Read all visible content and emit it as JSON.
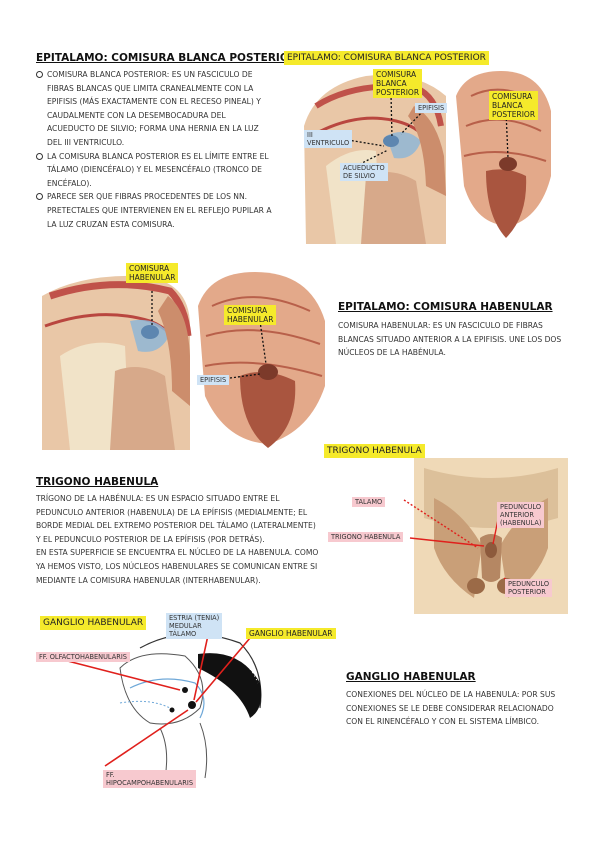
{
  "section1": {
    "heading": "EPITALAMO: COMISURA BLANCA POSTERIOR",
    "bullets": [
      "COMISURA BLANCA POSTERIOR: ES UN FASCICULO DE FIBRAS BLANCAS QUE LIMITA CRANEALMENTE CON LA EPIFISIS (MÁS EXACTAMENTE CON EL RECESO PINEAL) Y CAUDALMENTE CON LA DESEMBOCADURA DEL ACUEDUCTO DE SILVIO; FORMA UNA HERNIA EN LA LUZ DEL III VENTRICULO.",
      "LA COMISURA BLANCA POSTERIOR ES EL LÍMITE ENTRE EL TÁLAMO (DIENCÉFALO) Y EL MESENCÉFALO (TRONCO DE ENCÉFALO).",
      "PARECE SER QUE FIBRAS PROCEDENTES DE LOS NN. PRETECTALES QUE INTERVIENEN EN EL REFLEJO PUPILAR A LA LUZ CRUZAN ESTA COMISURA."
    ]
  },
  "fig1": {
    "title": "EPITALAMO: COMISURA BLANCA POSTERIOR",
    "label_comisura_1": "COMISURA\nBLANCA\nPOSTERIOR",
    "label_epifisis": "EPIFISIS",
    "label_comisura_2": "COMISURA\nBLANCA\nPOSTERIOR",
    "label_iii_ventriculo": "III\nVENTRICULO",
    "label_acueducto": "ACUEDUCTO\nDE SILVIO"
  },
  "fig2": {
    "label_comisura_1": "COMISURA\nHABENULAR",
    "label_comisura_2": "COMISURA\nHABENULAR",
    "label_epifisis": "EPIFISIS"
  },
  "section2": {
    "heading": "EPITALAMO: COMISURA HABENULAR",
    "text": "COMISURA HABENULAR: ES UN FASCICULO DE FIBRAS BLANCAS SITUADO ANTERIOR A LA EPIFISIS. UNE LOS DOS NÚCLEOS DE LA HABÉNULA."
  },
  "fig3": {
    "title": "TRIGONO HABENULA",
    "label_talamo": "TALAMO",
    "label_trigono": "TRIGONO HABENULA",
    "label_ped_anterior": "PEDUNCULO\nANTERIOR\n(HABENULA)",
    "label_ped_posterior": "PEDUNCULO\nPOSTERIOR"
  },
  "section3": {
    "heading": "TRIGONO HABENULA",
    "text": "TRÍGONO DE LA HABÉNULA: ES UN ESPACIO SITUADO ENTRE EL PEDUNCULO ANTERIOR (HABENULA) DE LA EPÍFISIS (MEDIALMENTE; EL BORDE MEDIAL DEL EXTREMO POSTERIOR DEL TÁLAMO (LATERALMENTE) Y EL PEDUNCULO POSTERIOR DE LA EPÍFISIS (POR DETRÁS).\nEN ESTA SUPERFICIE SE ENCUENTRA EL NÚCLEO DE LA HABENULA. COMO YA HEMOS VISTO, LOS NÚCLEOS HABENULARES SE COMUNICAN ENTRE SI MEDIANTE LA COMISURA HABENULAR (INTERHABENULAR)."
  },
  "fig4": {
    "title": "GANGLIO HABENULAR",
    "label_estria": "ESTRIA (TENIA)\nMEDULAR\nTÁLAMO",
    "label_ganglio": "GANGLIO HABENULAR",
    "label_olfacto": "FF. OLFACTOHABENULARIS",
    "label_hipocampo": "FF.\nHIPOCAMPOHABENULARIS"
  },
  "section4": {
    "heading": "GANGLIO HABENULAR",
    "text": "CONEXIONES DEL NÚCLEO DE LA HABENULA: POR SUS CONEXIONES SE LE DEBE CONSIDERAR RELACIONADO CON EL RINENCÉFALO Y CON EL SISTEMA LÍMBICO."
  },
  "colors": {
    "highlight_yellow": "#f5ea2b",
    "highlight_pink": "#f7c9cf",
    "highlight_blue": "#cfe3f5",
    "pointer_red": "#e0201c"
  }
}
